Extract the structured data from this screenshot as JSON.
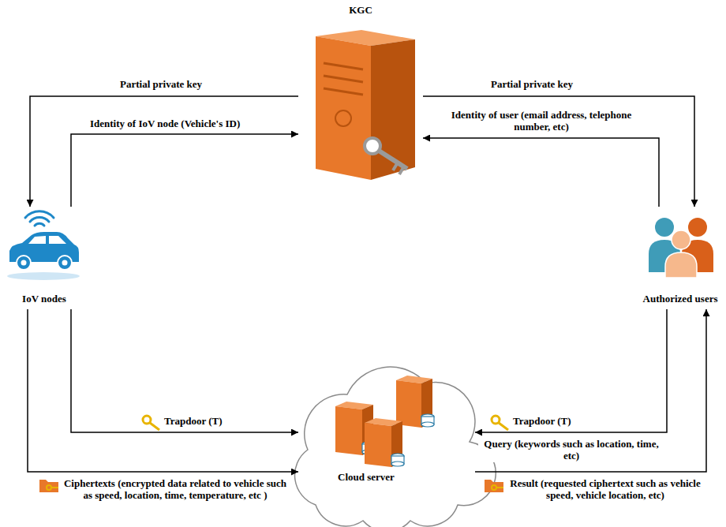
{
  "diagram": {
    "nodes": [
      {
        "text": [
          "KGC"
        ]
      },
      {
        "text": [
          "IoV nodes"
        ]
      },
      {
        "text": [
          "Authorized users"
        ]
      },
      {
        "text": [
          "Cloud server"
        ]
      }
    ],
    "edges": [
      {
        "from": 0,
        "to": 1,
        "arrow": "to",
        "label": "Partial private key"
      },
      {
        "from": 1,
        "to": 0,
        "arrow": "to",
        "label": "Identity of IoV node (Vehicle's ID)"
      },
      {
        "from": 0,
        "to": 2,
        "arrow": "to",
        "label": "Partial private key"
      },
      {
        "from": 2,
        "to": 0,
        "arrow": "to",
        "label": "Identity of user (email address, telephone number, etc)"
      },
      {
        "from": 1,
        "to": 3,
        "arrow": "to",
        "label": "Trapdoor (T)"
      },
      {
        "from": 1,
        "to": 3,
        "arrow": "to",
        "label": "Ciphertexts (encrypted data related to vehicle such as speed, location, time, temperature, etc )"
      },
      {
        "from": 2,
        "to": 3,
        "arrow": "to",
        "label": "Trapdoor (T)"
      },
      {
        "from": 3,
        "to": 2,
        "arrow": "to",
        "label": "Result (requested ciphertext such as vehicle speed, vehicle location, etc)"
      }
    ],
    "labels": [
      "Query (keywords such as location, time, etc)"
    ]
  }
}
